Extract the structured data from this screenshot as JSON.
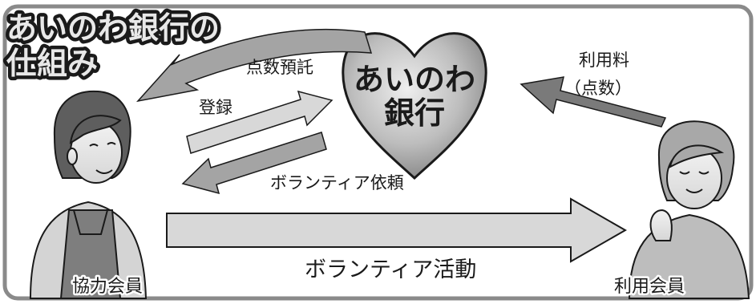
{
  "title": {
    "line1": "あいのわ銀行の",
    "line2": "仕組み"
  },
  "bank": {
    "line1": "あいのわ",
    "line2": "銀行"
  },
  "flows": {
    "points_deposit": "点数預託",
    "register": "登録",
    "volunteer_request": "ボランティア依頼",
    "usage_fee_line1": "利用料",
    "usage_fee_line2": "（点数）",
    "volunteer_activity": "ボランティア活動"
  },
  "members": {
    "cooperator": "協力会員",
    "user": "利用会員"
  },
  "colors": {
    "frame": "#8a8a8a",
    "heart_light": "#eeeeee",
    "heart_dark": "#7c7c7c",
    "arrow_light": "#d8d8d8",
    "arrow_mid": "#a4a4a4",
    "arrow_dark": "#7a7a7a",
    "title_fill": "#e8e8e8",
    "ink": "#1a1a1a"
  }
}
